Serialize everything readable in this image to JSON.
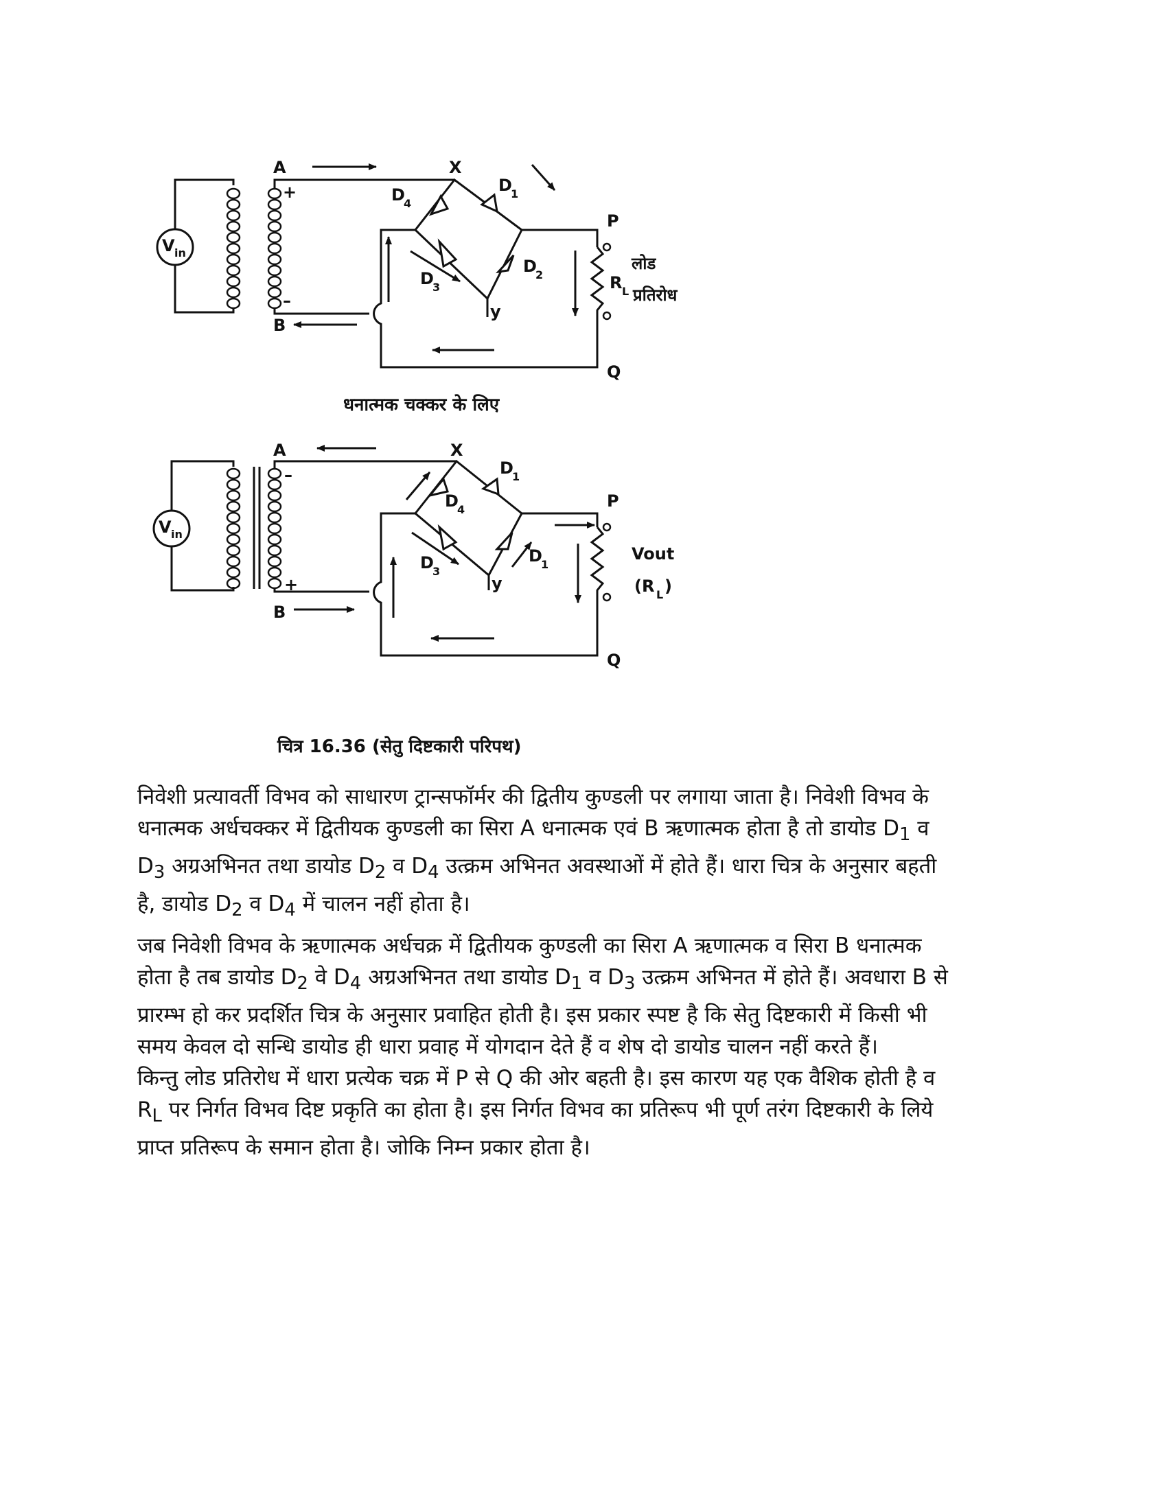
{
  "figure": {
    "top_circuit": {
      "source": "V",
      "source_sub": "in",
      "node_a": "A",
      "node_b": "B",
      "node_x": "X",
      "node_y": "y",
      "node_p": "P",
      "node_q": "Q",
      "plus": "+",
      "minus": "–",
      "d1": "D",
      "d1_sub": "1",
      "d2": "D",
      "d2_sub": "2",
      "d3": "D",
      "d3_sub": "3",
      "d4": "D",
      "d4_sub": "4",
      "resistor": "R",
      "resistor_sub": "L",
      "load_line1": "लोड",
      "load_line2": "प्रतिरोध",
      "caption": "धनात्मक चक्कर के लिए"
    },
    "bottom_circuit": {
      "source": "V",
      "source_sub": "in",
      "node_a": "A",
      "node_b": "B",
      "node_x": "X",
      "node_y": "y",
      "node_p": "P",
      "node_q": "Q",
      "plus": "+",
      "minus": "–",
      "d1_top": "D",
      "d1_top_sub": "1",
      "d4": "D",
      "d4_sub": "4",
      "d3": "D",
      "d3_sub": "3",
      "d1_right": "D",
      "d1_right_sub": "1",
      "vout": "Vout",
      "rl_open": "(R",
      "rl_sub": "L",
      "rl_close": ")"
    },
    "caption": "चित्र 16.36 (सेतु दिष्टकारी परिपथ)"
  },
  "paragraph1": {
    "l1": "निवेशी प्रत्यावर्ती विभव को साधारण ट्रान्सफॉर्मर की द्वितीय कुण्डली पर लगाया जाता है। निवेशी विभव के",
    "l2": "धनात्मक अर्धचक्कर में द्वितीयक कुण्डली का सिरा A धनात्मक एवं B ऋणात्मक होता है तो डायोड D",
    "l2_sub": "1",
    "l2_tail": " व",
    "l3_a": "D",
    "l3_a_sub": "3",
    "l3_b": " अग्रअभिनत तथा डायोड D",
    "l3_b_sub": "2",
    "l3_c": " व D",
    "l3_c_sub": "4",
    "l3_d": " उत्क्रम अभिनत अवस्थाओं में होते हैं। धारा चित्र के अनुसार बहती",
    "l4_a": "है, डायोड D",
    "l4_a_sub": "2",
    "l4_b": " व D",
    "l4_b_sub": "4",
    "l4_c": " में चालन नहीं होता है।"
  },
  "paragraph2": {
    "l1": "जब निवेशी विभव के ऋणात्मक अर्धचक्र में द्वितीयक कुण्डली का सिरा A ऋणात्मक व सिरा B धनात्मक",
    "l2_a": "होता है तब डायोड D",
    "l2_a_sub": "2",
    "l2_b": " वे D",
    "l2_b_sub": "4",
    "l2_c": " अग्रअभिनत तथा डायोड D",
    "l2_c_sub": "1",
    "l2_d": " व D",
    "l2_d_sub": "3",
    "l2_e": " उत्क्रम अभिनत में होते हैं। अवधारा B से",
    "l3": "प्रारम्भ हो कर प्रदर्शित चित्र के अनुसार प्रवाहित होती है। इस प्रकार स्पष्ट है कि सेतु दिष्टकारी में किसी भी",
    "l4": "समय केवल दो सन्धि डायोड ही धारा प्रवाह में योगदान देते हैं व शेष दो डायोड चालन नहीं करते हैं।",
    "l5": "किन्तु लोड प्रतिरोध में धारा प्रत्येक चक्र में P से Q की ओर बहती है। इस कारण यह एक वैशिक होती है व",
    "l6_a": "R",
    "l6_a_sub": "L",
    "l6_b": " पर निर्गत विभव दिष्ट प्रकृति का होता है। इस निर्गत विभव का प्रतिरूप भी पूर्ण तरंग दिष्टकारी के लिये",
    "l7": "प्राप्त प्रतिरूप के समान होता है। जोकि निम्न प्रकार होता है।"
  }
}
